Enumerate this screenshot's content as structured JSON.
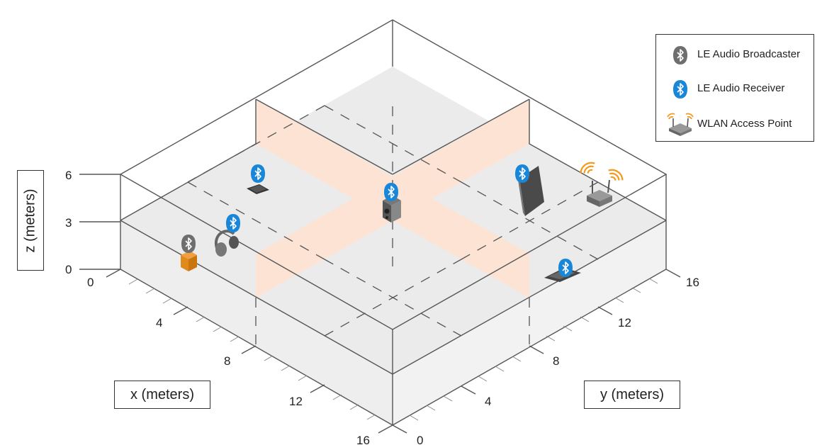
{
  "axes": {
    "x": {
      "label": "x (meters)",
      "ticks": [
        "0",
        "4",
        "8",
        "12",
        "16"
      ]
    },
    "y": {
      "label": "y (meters)",
      "ticks": [
        "0",
        "4",
        "8",
        "12",
        "16"
      ]
    },
    "z": {
      "label": "z (meters)",
      "ticks": [
        "0",
        "3",
        "6"
      ]
    }
  },
  "legend": {
    "items": [
      {
        "label": "LE Audio Broadcaster",
        "icon": "bluetooth-gray-icon"
      },
      {
        "label": "LE Audio Receiver",
        "icon": "bluetooth-blue-icon"
      },
      {
        "label": "WLAN Access Point",
        "icon": "wlan-router-icon"
      }
    ]
  },
  "colors": {
    "wall": "#fde3d4",
    "floor": "#ebebeb",
    "bluetooth_receiver": "#1a86d8",
    "bluetooth_broadcaster": "#6e6e6e",
    "wlan_signal": "#f39a1e",
    "device": "#444444",
    "box_edge": "#555555"
  }
}
